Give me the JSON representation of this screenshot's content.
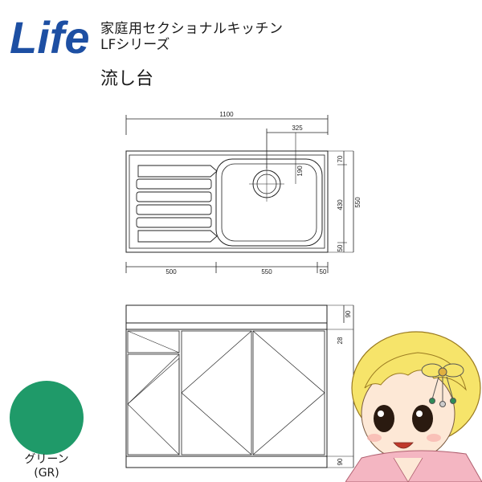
{
  "brand": {
    "logo_text": "Life"
  },
  "header": {
    "product_line": "家庭用セクショナルキッチン",
    "series": "LFシリーズ",
    "item_name": "流し台"
  },
  "plan_view": {
    "dim_total_width": "1100",
    "dim_drain_offset": "325",
    "dim_drain_depth": "190",
    "dim_back_depth": "70",
    "dim_bowl_depth": "430",
    "dim_front_depth": "50",
    "dim_total_depth": "550",
    "dim_drainboard_width": "500",
    "dim_bowl_width": "550",
    "dim_side_width": "50"
  },
  "front_view": {
    "dim_backsplash": "90",
    "dim_drawer": "28",
    "dim_plinth": "90"
  },
  "color_option": {
    "name": "グリーン",
    "code": "(GR)",
    "hex": "#1f9a69"
  },
  "colors": {
    "brand_blue": "#1d4fa3",
    "line": "#222222"
  }
}
